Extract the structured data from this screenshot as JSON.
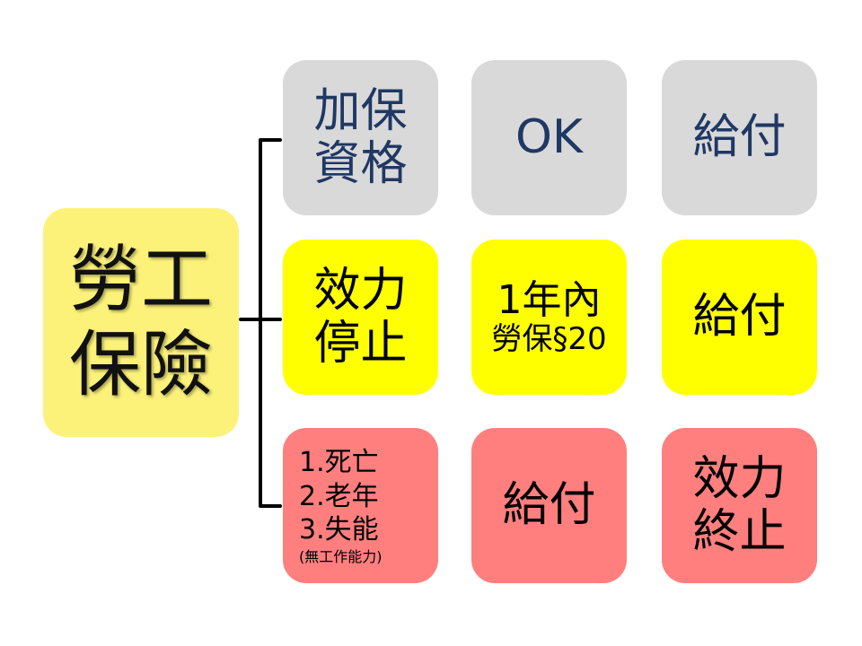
{
  "root": {
    "line1": "勞工",
    "line2": "保險"
  },
  "rows": [
    {
      "c1": {
        "line1": "加保",
        "line2": "資格"
      },
      "c2": {
        "text": "OK"
      },
      "c3": {
        "text": "給付"
      }
    },
    {
      "c1": {
        "line1": "效力",
        "line2": "停止"
      },
      "c2": {
        "line1": "1年內",
        "line2": "勞保§20"
      },
      "c3": {
        "text": "給付"
      }
    },
    {
      "c1": {
        "items": [
          "1.死亡",
          "2.老年",
          "3.失能"
        ],
        "note": "(無工作能力)"
      },
      "c2": {
        "text": "給付"
      },
      "c3": {
        "line1": "效力",
        "line2": "終止"
      }
    }
  ],
  "colors": {
    "root": "#fcf27a",
    "gray": "#d9d9d9",
    "yellow": "#ffff00",
    "red": "#ff7f7f",
    "gray_text": "#1f3864",
    "connector": "#000000"
  }
}
